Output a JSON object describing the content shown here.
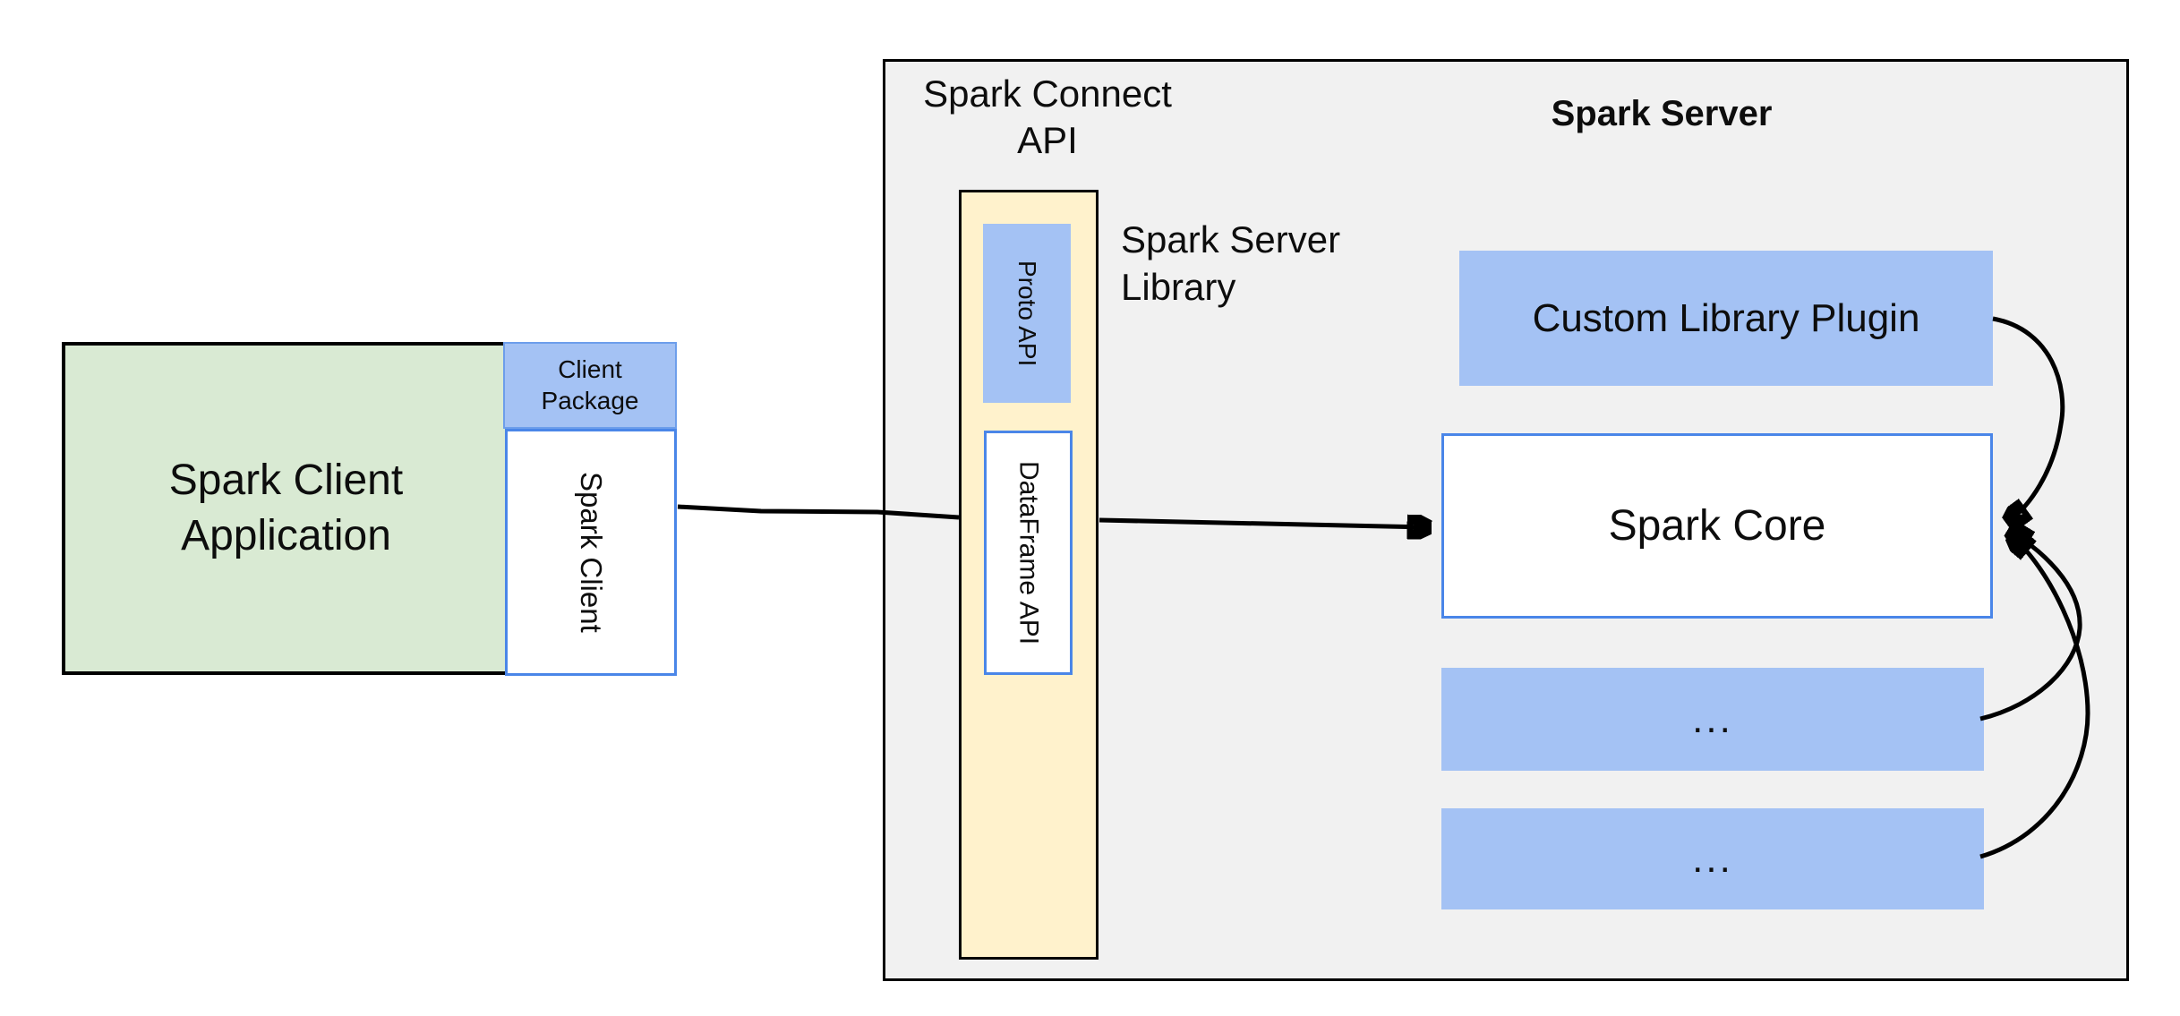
{
  "client_app": {
    "label": "Spark Client\nApplication"
  },
  "client_package": {
    "label": "Client\nPackage"
  },
  "spark_client": {
    "label": "Spark Client"
  },
  "spark_connect_api": {
    "label": "Spark Connect\nAPI"
  },
  "proto_api": {
    "label": "Proto  API"
  },
  "dataframe_api": {
    "label": "DataFrame API"
  },
  "spark_server_library": {
    "label": "Spark Server\nLibrary"
  },
  "spark_server": {
    "title": "Spark Server"
  },
  "custom_library_plugin": {
    "label": "Custom Library Plugin"
  },
  "spark_core": {
    "label": "Spark Core"
  },
  "plugin_slot_1": {
    "label": "..."
  },
  "plugin_slot_2": {
    "label": "..."
  },
  "colors": {
    "green_fill": "#d9ead3",
    "blue_fill": "#a4c2f4",
    "blue_border": "#4a86e8",
    "blue_border_soft": "#6d9eeb",
    "yellow_fill": "#fff2cc",
    "gray_fill": "#f1f1f1",
    "black": "#000000"
  }
}
